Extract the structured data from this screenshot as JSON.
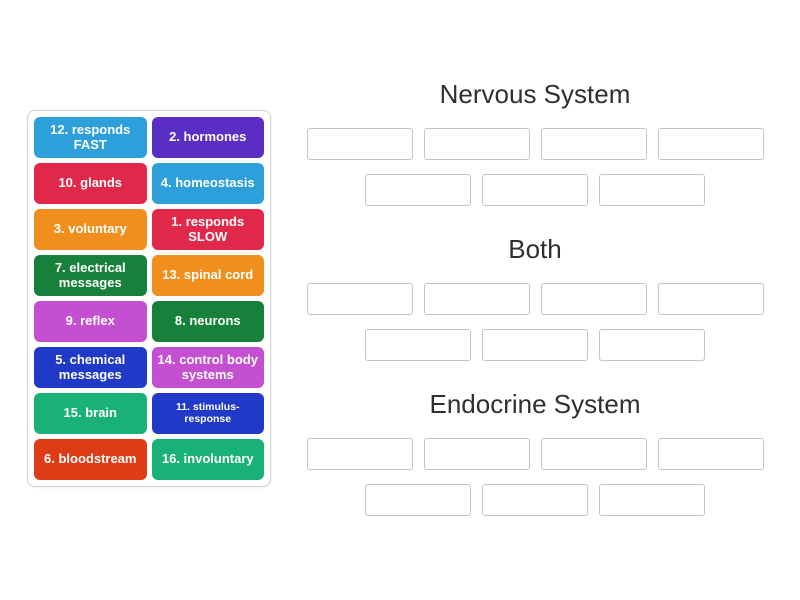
{
  "activity": {
    "type_label": "group-sort"
  },
  "panel": {
    "tiles": [
      {
        "label": "12. responds FAST",
        "color": "#2d9fdb"
      },
      {
        "label": "2. hormones",
        "color": "#5b2fc4"
      },
      {
        "label": "10. glands",
        "color": "#e0294a"
      },
      {
        "label": "4. homeostasis",
        "color": "#2d9fdb"
      },
      {
        "label": "3. voluntary",
        "color": "#f18f1e"
      },
      {
        "label": "1. responds SLOW",
        "color": "#e0294a"
      },
      {
        "label": "7. electrical messages",
        "color": "#17813b"
      },
      {
        "label": "13. spinal cord",
        "color": "#f18f1e"
      },
      {
        "label": "9. reflex",
        "color": "#c44fd0"
      },
      {
        "label": "8. neurons",
        "color": "#17813b"
      },
      {
        "label": "5. chemical messages",
        "color": "#2139c7"
      },
      {
        "label": "14. control body systems",
        "color": "#c44fd0"
      },
      {
        "label": "15. brain",
        "color": "#1ab179"
      },
      {
        "label": "11. stimulus-response",
        "color": "#2139c7"
      },
      {
        "label": "6. bloodstream",
        "color": "#dd3c16"
      },
      {
        "label": "16. involuntary",
        "color": "#1ab179"
      }
    ]
  },
  "groups": [
    {
      "title": "Nervous System",
      "slot_rows": [
        4,
        3
      ]
    },
    {
      "title": "Both",
      "slot_rows": [
        4,
        3
      ]
    },
    {
      "title": "Endocrine System",
      "slot_rows": [
        4,
        3
      ]
    }
  ]
}
